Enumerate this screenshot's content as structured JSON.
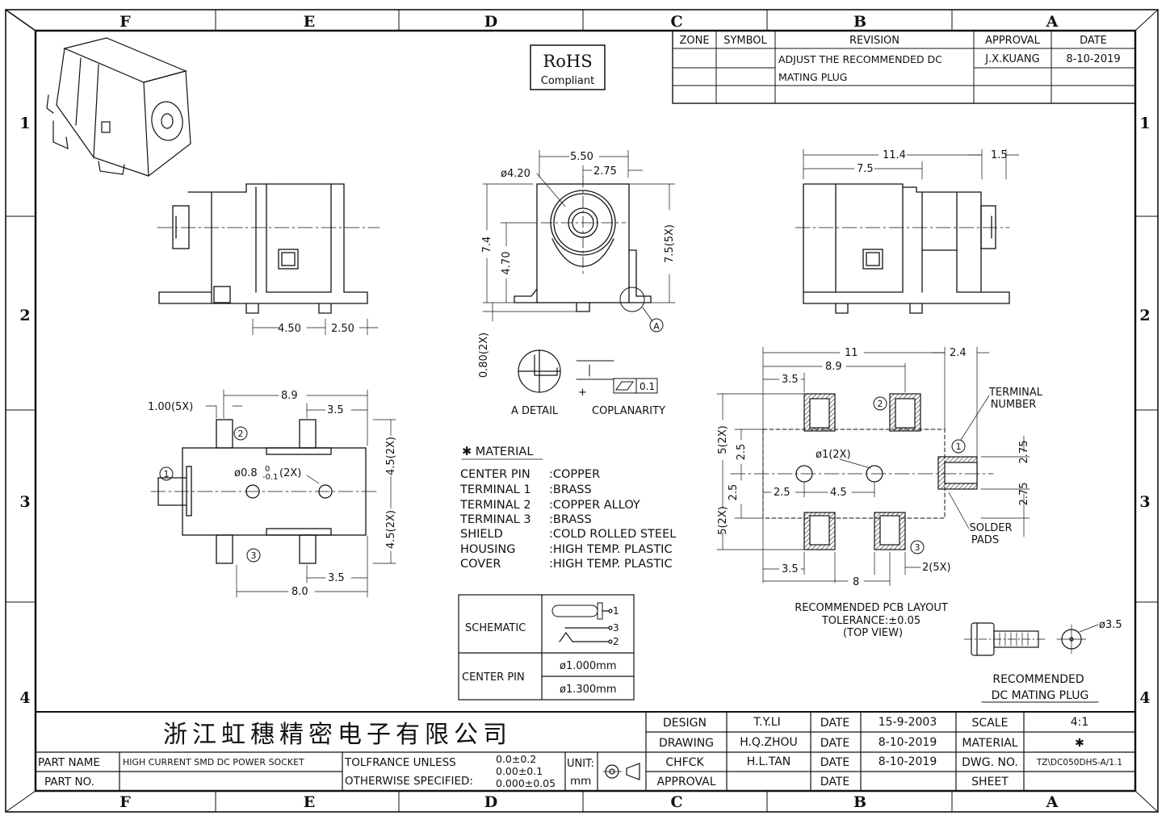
{
  "frame": {
    "columns": [
      "F",
      "E",
      "D",
      "C",
      "B",
      "A"
    ],
    "rows": [
      "1",
      "2",
      "3",
      "4"
    ]
  },
  "rohs": {
    "line1": "RoHS",
    "line2": "Compliant"
  },
  "revision_table": {
    "headers": [
      "ZONE",
      "SYMBOL",
      "REVISION",
      "APPROVAL",
      "DATE"
    ],
    "revision_line1": "ADJUST THE RECOMMENDED DC",
    "revision_line2": "MATING PLUG",
    "approval": "J.X.KUANG",
    "date": "8-10-2019"
  },
  "dims": {
    "side_4_50": "4.50",
    "side_2_50": "2.50",
    "front_5_50": "5.50",
    "front_2_75": "2.75",
    "front_dia_4_20": "ø4.20",
    "front_7_4": "7.4",
    "front_4_70": "4.70",
    "front_7_5x": "7.5(5X)",
    "front_0_80": "0.80(2X)",
    "detail_a": "A",
    "right_11_4": "11.4",
    "right_7_5": "7.5",
    "right_1_5": "1.5",
    "bot_8_9": "8.9",
    "bot_3_5_top": "3.5",
    "bot_1_00": "1.00(5X)",
    "bot_hole": "ø0.8",
    "bot_hole_tol_top": "0",
    "bot_hole_tol_bot": "-0.1",
    "bot_hole_count": "(2X)",
    "bot_4_5_top": "4.5(2X)",
    "bot_4_5_bot": "4.5(2X)",
    "bot_3_5_bot": "3.5",
    "bot_8_0": "8.0",
    "pcb_11": "11",
    "pcb_8_9": "8.9",
    "pcb_2_4": "2.4",
    "pcb_3_5_top": "3.5",
    "pcb_5_2x_top": "5(2X)",
    "pcb_2_5_a": "2.5",
    "pcb_2_5_b": "2.5",
    "pcb_5_2x_bot": "5(2X)",
    "pcb_dia1": "ø1(2X)",
    "pcb_2_5_h": "2.5",
    "pcb_4_5": "4.5",
    "pcb_2_75_a": "2.75",
    "pcb_2_75_b": "2.75",
    "pcb_3_5_bot": "3.5",
    "pcb_8": "8",
    "pcb_2_5x": "2(5X)",
    "plug_dia": "ø3.5"
  },
  "pins": {
    "p1": "1",
    "p2": "2",
    "p3": "3"
  },
  "detail": {
    "a_detail": "A DETAIL",
    "coplanarity": "COPLANARITY",
    "tol_value": "0.1",
    "plus": "+"
  },
  "material": {
    "title": "✱ MATERIAL",
    "rows": [
      {
        "name": "CENTER PIN",
        "value": ":COPPER"
      },
      {
        "name": "TERMINAL 1",
        "value": ":BRASS"
      },
      {
        "name": "TERMINAL 2",
        "value": ":COPPER ALLOY"
      },
      {
        "name": "TERMINAL 3",
        "value": ":BRASS"
      },
      {
        "name": "SHIELD",
        "value": ":COLD ROLLED STEEL"
      },
      {
        "name": "HOUSING",
        "value": ":HIGH TEMP. PLASTIC"
      },
      {
        "name": "COVER",
        "value": ":HIGH TEMP. PLASTIC"
      }
    ]
  },
  "schematic": {
    "schematic_label": "SCHEMATIC",
    "center_pin_label": "CENTER PIN",
    "pin_a": "ø1.000mm",
    "pin_b": "ø1.300mm"
  },
  "pcb_notes": {
    "terminal_number_1": "TERMINAL",
    "terminal_number_2": "NUMBER",
    "solder_pads_1": "SOLDER",
    "solder_pads_2": "PADS",
    "title": "RECOMMENDED PCB LAYOUT",
    "tolerance": "TOLERANCE:±0.05",
    "view": "(TOP VIEW)"
  },
  "plug": {
    "line1": "RECOMMENDED",
    "line2": "DC MATING PLUG"
  },
  "title_block": {
    "company": "浙江虹穗精密电子有限公司",
    "part_name_label": "PART NAME",
    "part_name": "HIGH CURRENT SMD DC POWER SOCKET",
    "part_no_label": "PART NO.",
    "tol_line1": "TOLFRANCE UNLESS",
    "tol_line2": "OTHERWISE SPECIFIED:",
    "tol_v1": "0.0±0.2",
    "tol_v2": "0.00±0.1",
    "tol_v3": "0.000±0.05",
    "unit_label": "UNIT:",
    "unit_value": "mm",
    "design_label": "DESIGN",
    "design_name": "T.Y.LI",
    "drawing_label": "DRAWING",
    "drawing_name": "H.Q.ZHOU",
    "check_label": "CHFCK",
    "check_name": "H.L.TAN",
    "approval_label": "APPROVAL",
    "date_label": "DATE",
    "design_date": "15-9-2003",
    "drawing_date": "8-10-2019",
    "check_date": "8-10-2019",
    "scale_label": "SCALE",
    "scale_value": "4:1",
    "material_label": "MATERIAL",
    "material_value": "✱",
    "dwg_label": "DWG. NO.",
    "dwg_value": "TZ\\DC050DHS-A/1.1",
    "sheet_label": "SHEET"
  }
}
